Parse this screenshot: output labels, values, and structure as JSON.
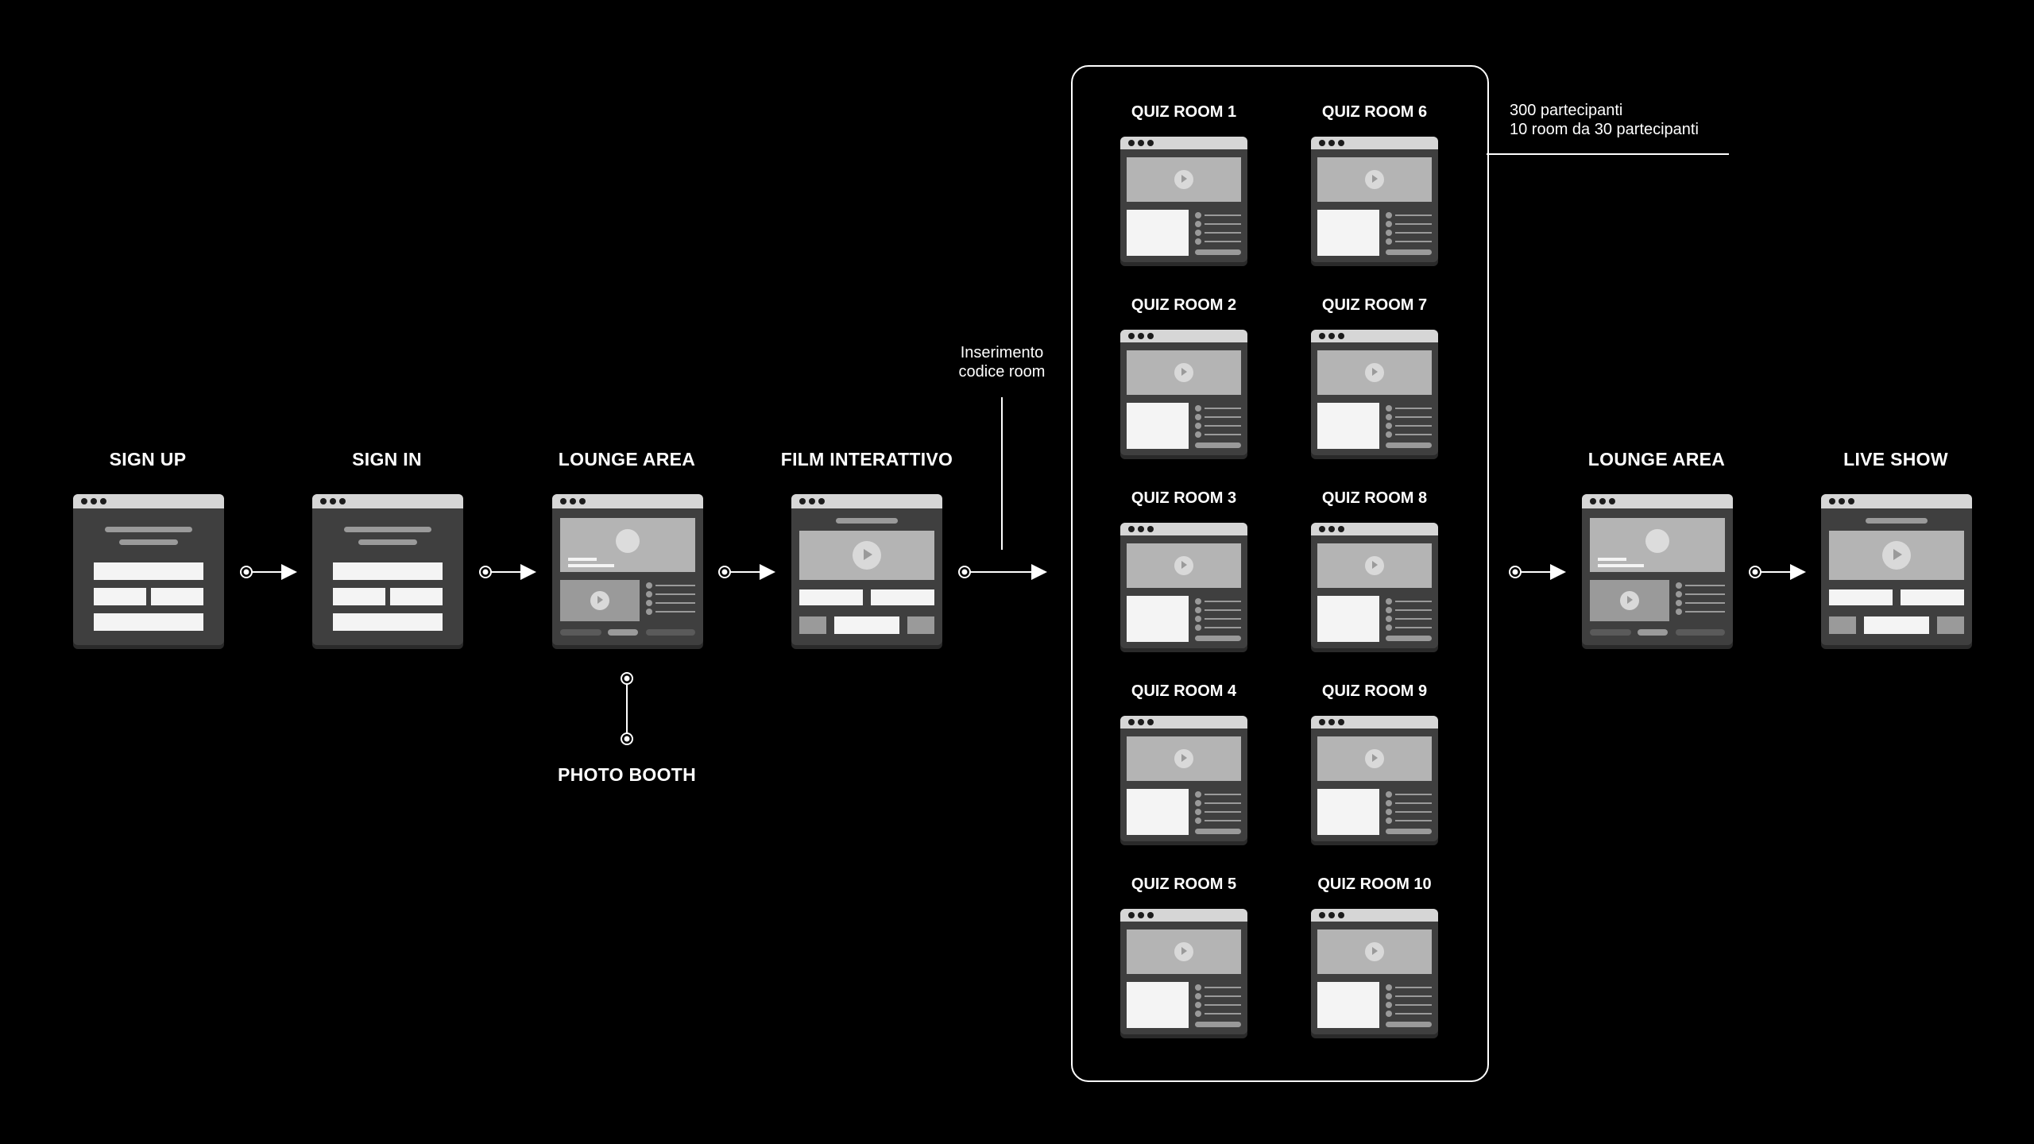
{
  "steps": {
    "sign_up": "SIGN UP",
    "sign_in": "SIGN IN",
    "lounge_area_1": "LOUNGE AREA",
    "film_interattivo": "FILM INTERATTIVO",
    "lounge_area_2": "LOUNGE AREA",
    "live_show": "LIVE SHOW"
  },
  "photo_booth": "PHOTO BOOTH",
  "room_code_note": [
    "Inserimento",
    "codice room"
  ],
  "capacity_note": [
    "300 partecipanti",
    "10 room da 30 partecipanti"
  ],
  "quiz_rooms": [
    "QUIZ ROOM 1",
    "QUIZ ROOM 2",
    "QUIZ ROOM 3",
    "QUIZ ROOM 4",
    "QUIZ ROOM 5",
    "QUIZ ROOM 6",
    "QUIZ ROOM 7",
    "QUIZ ROOM 8",
    "QUIZ ROOM 9",
    "QUIZ ROOM 10"
  ],
  "colors": {
    "background": "#000000",
    "foreground": "#ffffff",
    "screen": "#3f3f3f"
  }
}
